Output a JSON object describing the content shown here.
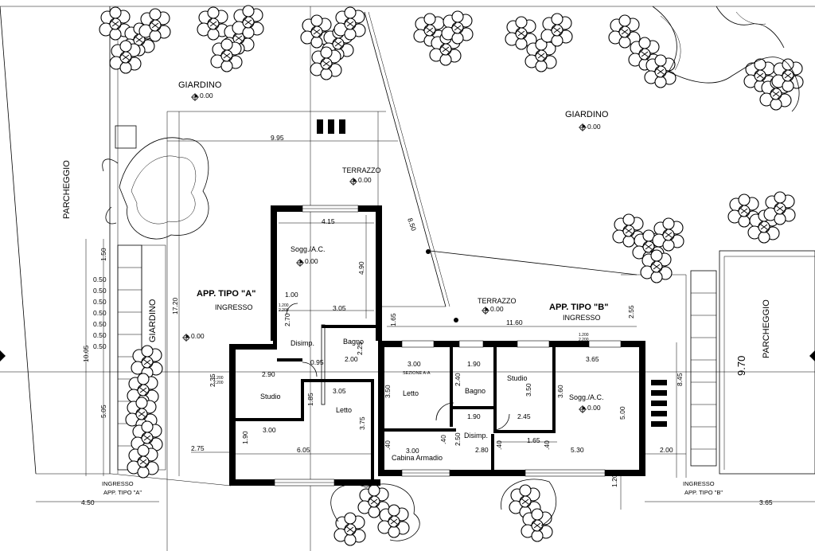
{
  "labels": {
    "giardino_left": "GIARDINO",
    "giardino_right": "GIARDINO",
    "giardino_vertical": "GIARDINO",
    "parcheggio_left": "PARCHEGGIO",
    "parcheggio_right": "PARCHEGGIO",
    "terrazzo_top": "TERRAZZO",
    "terrazzo_mid": "TERRAZZO",
    "app_a": "APP. TIPO \"A\"",
    "app_b": "APP. TIPO \"B\"",
    "ingresso_a": "INGRESSO",
    "ingresso_b": "INGRESSO",
    "ingresso_a_bottom_1": "INGRESSO",
    "ingresso_a_bottom_2": "APP. TIPO \"A\"",
    "ingresso_b_bottom_1": "INGRESSO",
    "ingresso_b_bottom_2": "APP. TIPO \"B\"",
    "sezione": "SEZIONE A-A"
  },
  "elevations": {
    "giardino_left": "0.00",
    "giardino_right": "0.00",
    "terrazzo_top": "0.00",
    "terrazzo_mid": "0.00",
    "left_side": "0.00",
    "sogg_a": "0.00",
    "sogg_b": "0.00"
  },
  "rooms": {
    "sogg_a": "Sogg./A.C.",
    "bagno_a": "Bagno",
    "disimp_a": "Disimp.",
    "studio_a": "Studio",
    "letto_a": "Letto",
    "letto_b": "Letto",
    "bagno_b": "Bagno",
    "studio_b": "Studio",
    "sogg_b": "Sogg./A.C.",
    "disimp_b": "Disimp.",
    "cabina": "Cabina Armadio"
  },
  "dimensions": {
    "d_995": "9.95",
    "d_415": "4.15",
    "d_490": "4.90",
    "d_100": "1.00",
    "d_305_top": "3.05",
    "d_200": "2.00",
    "d_225": "2.25",
    "d_290": "2.90",
    "d_095": "0.95",
    "d_305_mid": "3.05",
    "d_300_a": "3.00",
    "d_375": "3.75",
    "d_605": "6.05",
    "d_275": "2.75",
    "d_190_a": "1.90",
    "d_1160": "11.60",
    "d_255": "2.55",
    "d_365_b": "3.65",
    "d_300_b": "3.00",
    "d_190_b": "1.90",
    "d_350_letto": "3.50",
    "d_240": "2.40",
    "d_350_studio": "3.50",
    "d_360": "3.60",
    "d_245": "2.45",
    "d_500": "5.00",
    "d_250": "2.50",
    "d_280": "2.80",
    "d_165": "1.65",
    "d_300_cab": "3.00",
    "d_530": "5.30",
    "d_200_r": "2.00",
    "d_845": "8.45",
    "d_120": "1.20",
    "d_970": "9.70",
    "d_365_bottom": "3.65",
    "d_450": "4.50",
    "d_1720": "17.20",
    "d_1005": "10.05",
    "d_505": "5.05",
    "d_150": "1.50",
    "d_050_1": "0.50",
    "d_050_2": "0.50",
    "d_050_3": "0.50",
    "d_050_4": "0.50",
    "d_050_5": "0.50",
    "d_050_6": "0.50",
    "d_050_7": "0.50",
    "d_850": "8.50",
    "d_165_side": "1.65",
    "d_235": "2.35",
    "d_185": "1.85",
    "d_270": "2.70",
    "d_040_1": ".40",
    "d_040_2": ".40",
    "d_040_3": ".40",
    "d_040_4": ".40"
  },
  "openings": {
    "w1": "1.200",
    "w1b": "2.200",
    "w2": "1.200",
    "w2b": "2.200",
    "w3": "1.200",
    "w3b": "2.200"
  }
}
